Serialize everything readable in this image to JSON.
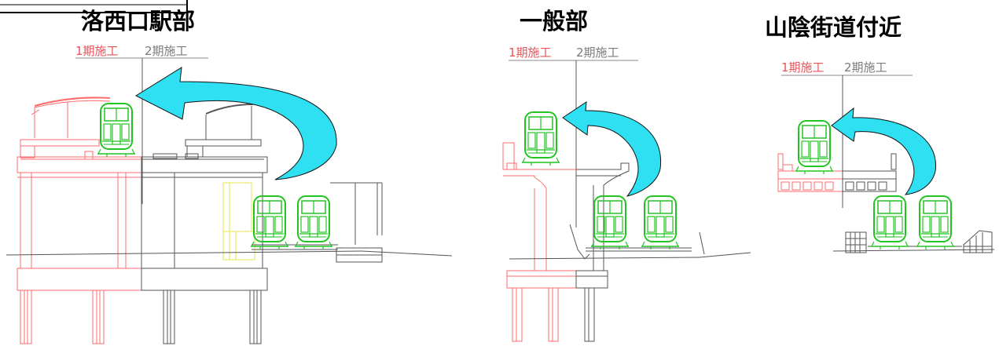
{
  "sections": [
    {
      "title": "洛西口駅部",
      "phase1": "1期施工",
      "phase2": "2期施工"
    },
    {
      "title": "一般部",
      "phase1": "1期施工",
      "phase2": "2期施工"
    },
    {
      "title": "山陰街道付近",
      "phase1": "1期施工",
      "phase2": "2期施工"
    }
  ],
  "colors": {
    "phase1": "#e8535a",
    "phase2": "#7a7a7a",
    "arrow": "#2ee0f2",
    "train": "#22c422",
    "temporary": "#e6e64a",
    "structure_new": "#ff6b6b",
    "structure_existing": "#555555"
  },
  "icons": [
    "train-icon",
    "shift-arrow-icon"
  ]
}
